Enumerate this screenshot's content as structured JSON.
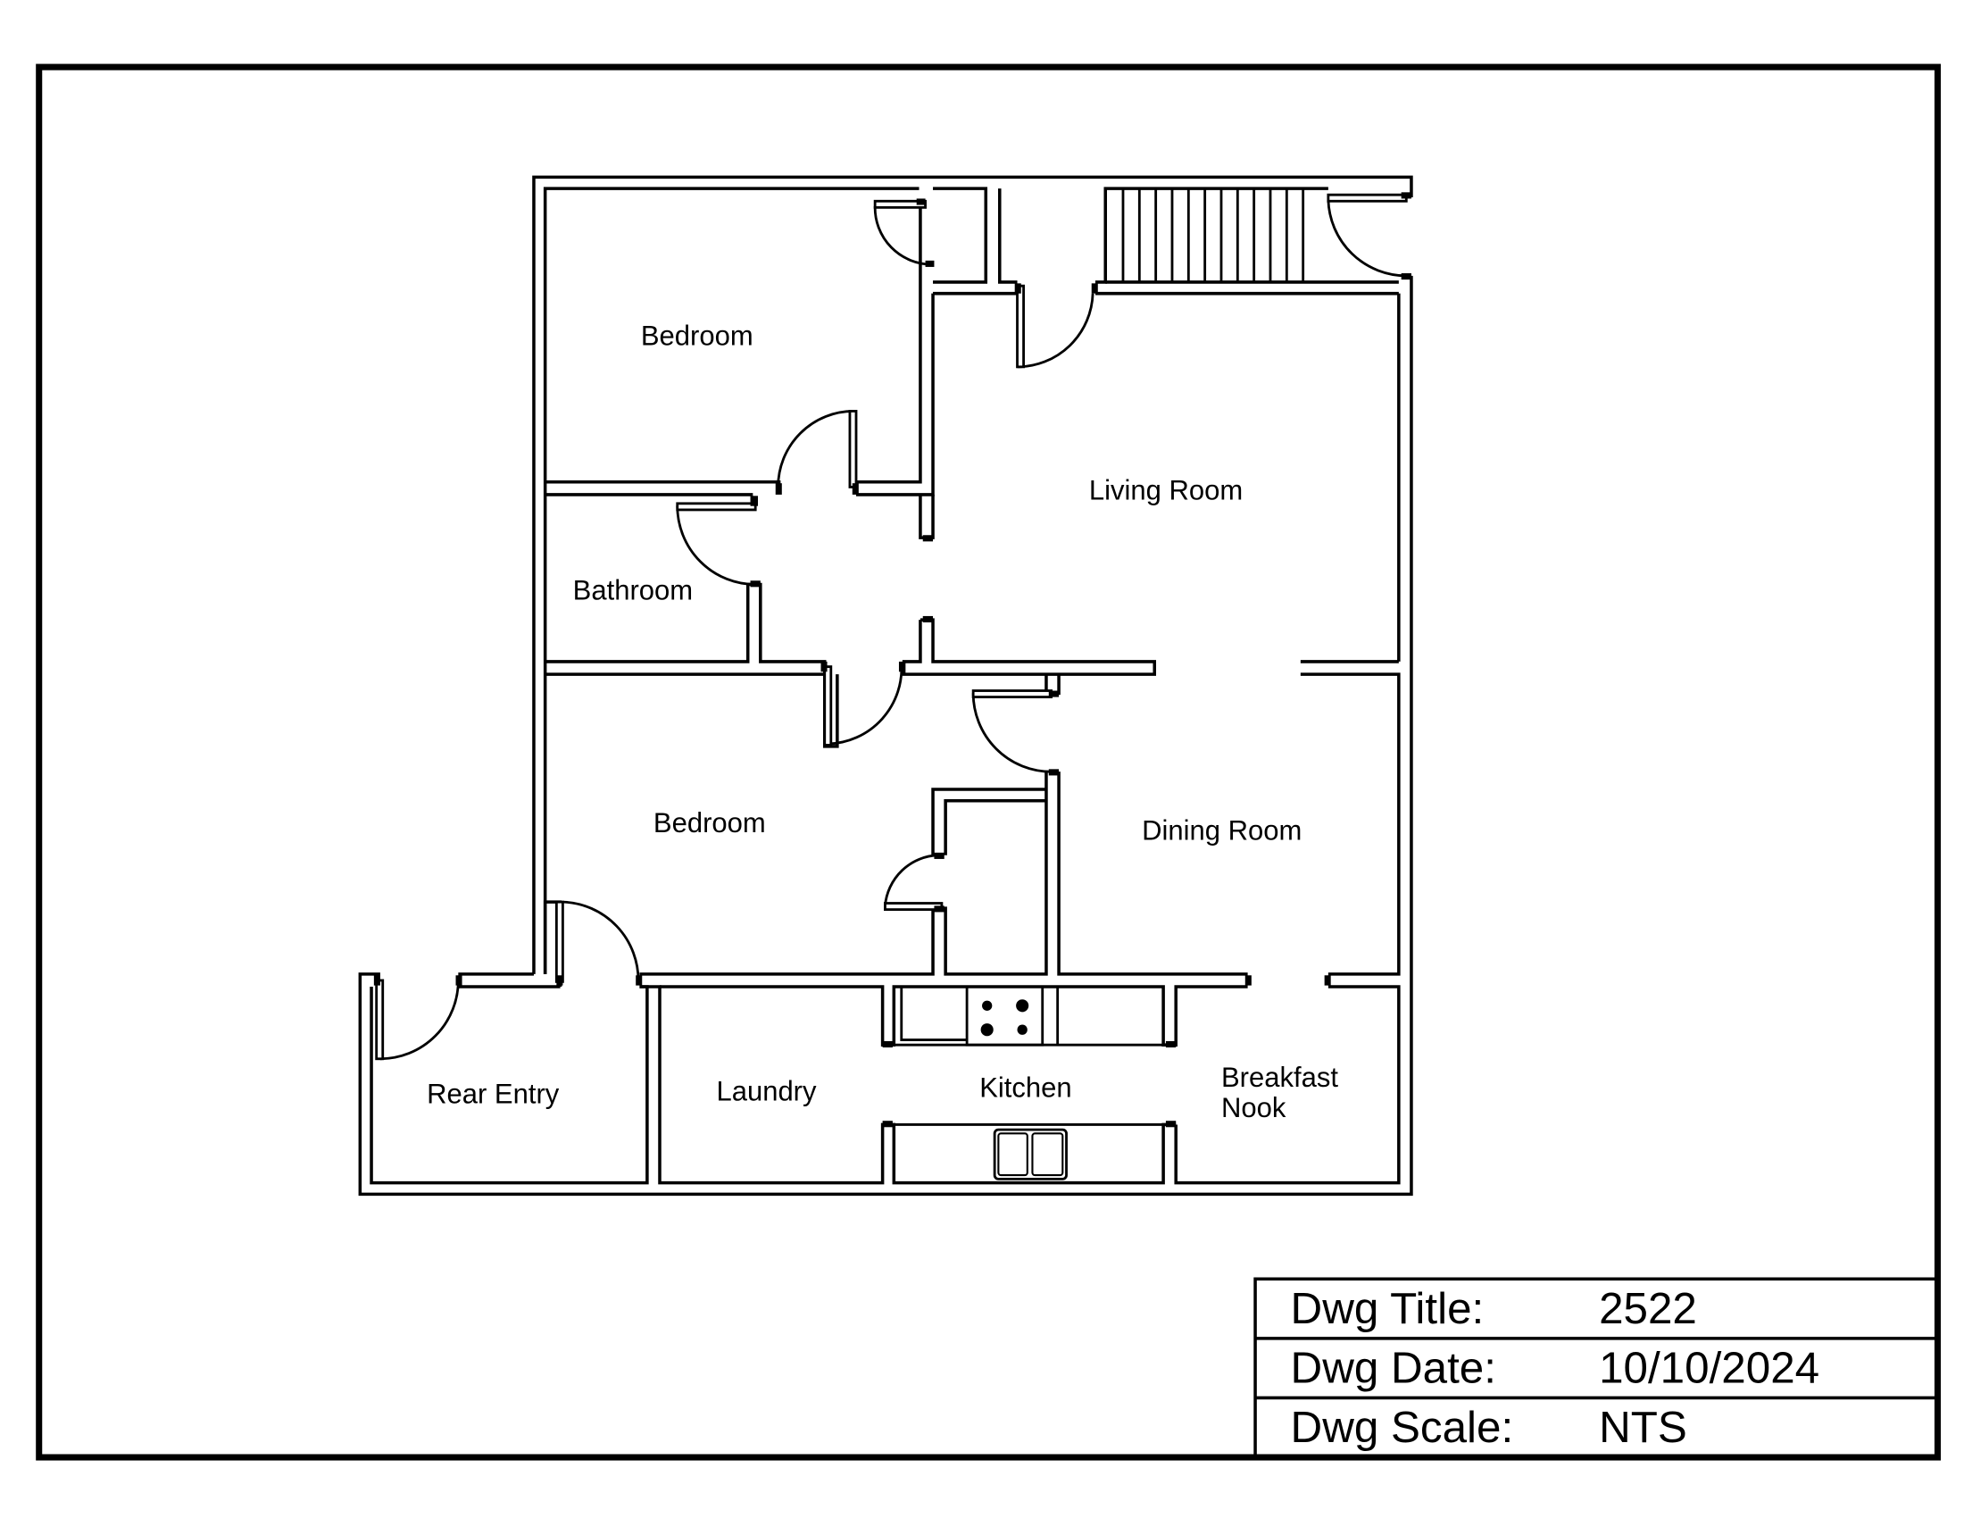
{
  "rooms": {
    "bedroom_top": "Bedroom",
    "living_room": "Living Room",
    "bathroom": "Bathroom",
    "bedroom_middle": "Bedroom",
    "dining_room": "Dining Room",
    "rear_entry": "Rear Entry",
    "laundry": "Laundry",
    "kitchen": "Kitchen",
    "breakfast_nook_line1": "Breakfast",
    "breakfast_nook_line2": "Nook"
  },
  "title_block": {
    "title_label": "Dwg Title:",
    "title_value": "2522",
    "date_label": "Dwg Date:",
    "date_value": "10/10/2024",
    "scale_label": "Dwg Scale:",
    "scale_value": "NTS"
  }
}
